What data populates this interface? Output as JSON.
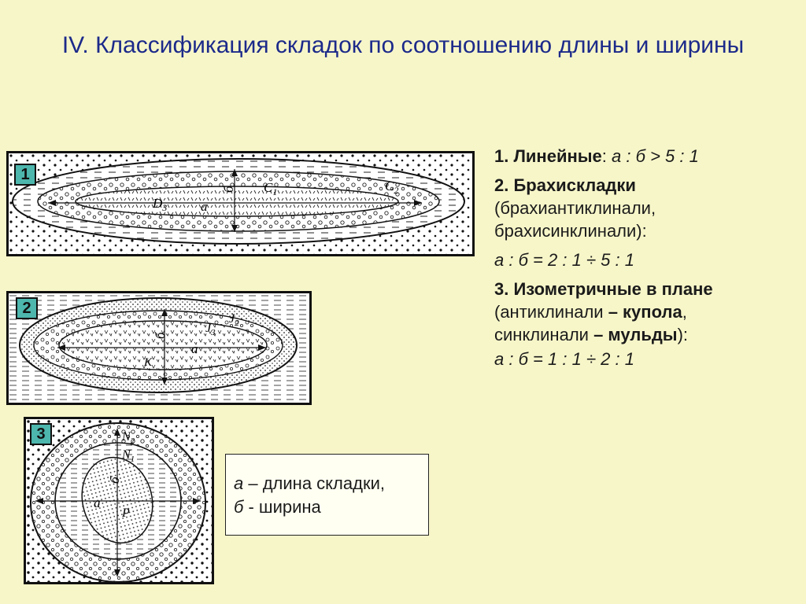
{
  "slide": {
    "title": "IV. Классификация складок по соотношению длины и ширины"
  },
  "figures": [
    {
      "badge": "1",
      "labels": {
        "a": "а",
        "b": "б",
        "c1": "C",
        "c1_sub": "1",
        "c2": "C",
        "c2_sub": "2",
        "d3": "D",
        "d3_sub": "3"
      }
    },
    {
      "badge": "2",
      "labels": {
        "a": "а",
        "b": "б",
        "j2": "J",
        "j2_sub": "2",
        "j3": "J",
        "j3_sub": "3",
        "k": "К"
      }
    },
    {
      "badge": "3",
      "labels": {
        "a": "а",
        "b": "б",
        "n2": "N",
        "n2_sub": "2",
        "n1": "N",
        "n1_sub": "1",
        "p": "P"
      }
    }
  ],
  "types": [
    {
      "name": "1. Линейные",
      "sep": ": ",
      "ratio": "а : б > 5 : 1"
    },
    {
      "name": "2. Брахискладки",
      "detail": "(брахиантиклинали, брахисинклинали):",
      "ratio": "а : б  = 2 : 1 ÷ 5 : 1"
    },
    {
      "name": "3. Изометричные в плане",
      "detail_pre": "(антиклинали ",
      "dash1": "– купола",
      "detail_mid": ", синклинали ",
      "dash2": "– мульды",
      "detail_post": "):",
      "ratio": "а : б  = 1 : 1 ÷ 2 : 1"
    }
  ],
  "legend": {
    "a_sym": "а",
    "a_text": " – длина складки,",
    "b_sym": "б",
    "b_text": " - ширина"
  }
}
